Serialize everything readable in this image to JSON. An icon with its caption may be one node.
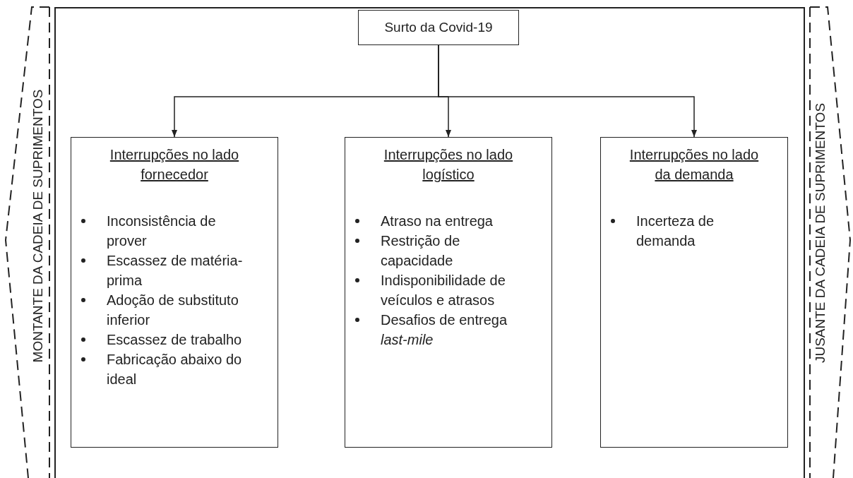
{
  "diagram": {
    "nodes": [
      {
        "text": [
          "MONTANTE DA CADEIA DE SUPRIMENTOS"
        ]
      },
      {
        "text": [],
        "shape": "box"
      },
      {
        "text": [
          "Surto da Covid-19"
        ],
        "in": 1
      },
      {
        "text": [
          "Interrupções no lado fornecedor",
          "Inconsistência de prover",
          "Escassez de matéria-prima",
          "Adoção de substituto inferior",
          "Escassez de trabalho",
          "Fabricação abaixo do ideal"
        ],
        "in": 1
      },
      {
        "text": [
          "Interrupções no lado logístico",
          "Atraso na entrega",
          "Restrição de capacidade",
          "Indisponibilidade de veículos e atrasos",
          "Desafios de entrega *last-mile*"
        ],
        "in": 1
      },
      {
        "text": [
          "Interrupções no lado da demanda",
          "Incerteza de demanda"
        ],
        "in": 1
      },
      {
        "text": [
          "JUSANTE DA CADEIA DE SUPRIMENTOS"
        ]
      }
    ],
    "edges": [
      {
        "from": 2,
        "to": 3,
        "arrow": "to"
      },
      {
        "from": 2,
        "to": 4,
        "arrow": "to"
      },
      {
        "from": 2,
        "to": 5,
        "arrow": "to"
      }
    ]
  }
}
